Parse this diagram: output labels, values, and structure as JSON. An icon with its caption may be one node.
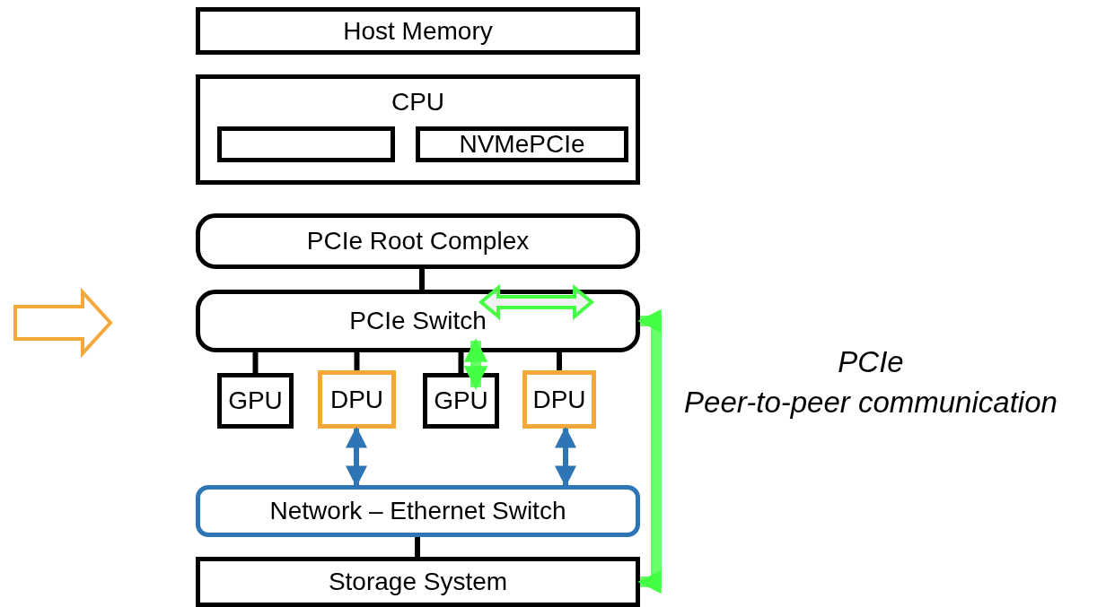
{
  "diagram": {
    "nodes": [
      {
        "text": [
          "Host Memory"
        ]
      },
      {
        "text": [
          "CPU"
        ]
      },
      {
        "text": [],
        "shape": "box",
        "in": 1
      },
      {
        "text": [
          "NVMePCIe"
        ],
        "in": 1
      },
      {
        "text": [
          "PCIe Root Complex"
        ]
      },
      {
        "text": [
          "PCIe Switch"
        ]
      },
      {
        "text": [
          "GPU"
        ]
      },
      {
        "text": [
          "DPU"
        ]
      },
      {
        "text": [
          "GPU"
        ]
      },
      {
        "text": [
          "DPU"
        ]
      },
      {
        "text": [
          "Network – Ethernet Switch"
        ]
      },
      {
        "text": [
          "Storage System"
        ]
      }
    ],
    "edges": [
      {
        "from": 4,
        "to": 5,
        "arrow": "none"
      },
      {
        "from": 5,
        "to": 6,
        "arrow": "none"
      },
      {
        "from": 5,
        "to": 7,
        "arrow": "none"
      },
      {
        "from": 5,
        "to": 8,
        "arrow": "none"
      },
      {
        "from": 5,
        "to": 9,
        "arrow": "none"
      },
      {
        "from": 10,
        "to": 11,
        "arrow": "none"
      },
      {
        "from": 7,
        "to": 10,
        "arrow": "both",
        "color": "#2e75b6"
      },
      {
        "from": 9,
        "to": 10,
        "arrow": "both",
        "color": "#2e75b6"
      },
      {
        "from": 5,
        "to": 8,
        "arrow": "both",
        "style": "thick",
        "color": "#44ff44"
      },
      {
        "from": 5,
        "to": 11,
        "arrow": "both",
        "style": "thick",
        "color": "#44ff44"
      }
    ],
    "labels": [
      "PCIe",
      "Peer-to-peer communication"
    ]
  }
}
